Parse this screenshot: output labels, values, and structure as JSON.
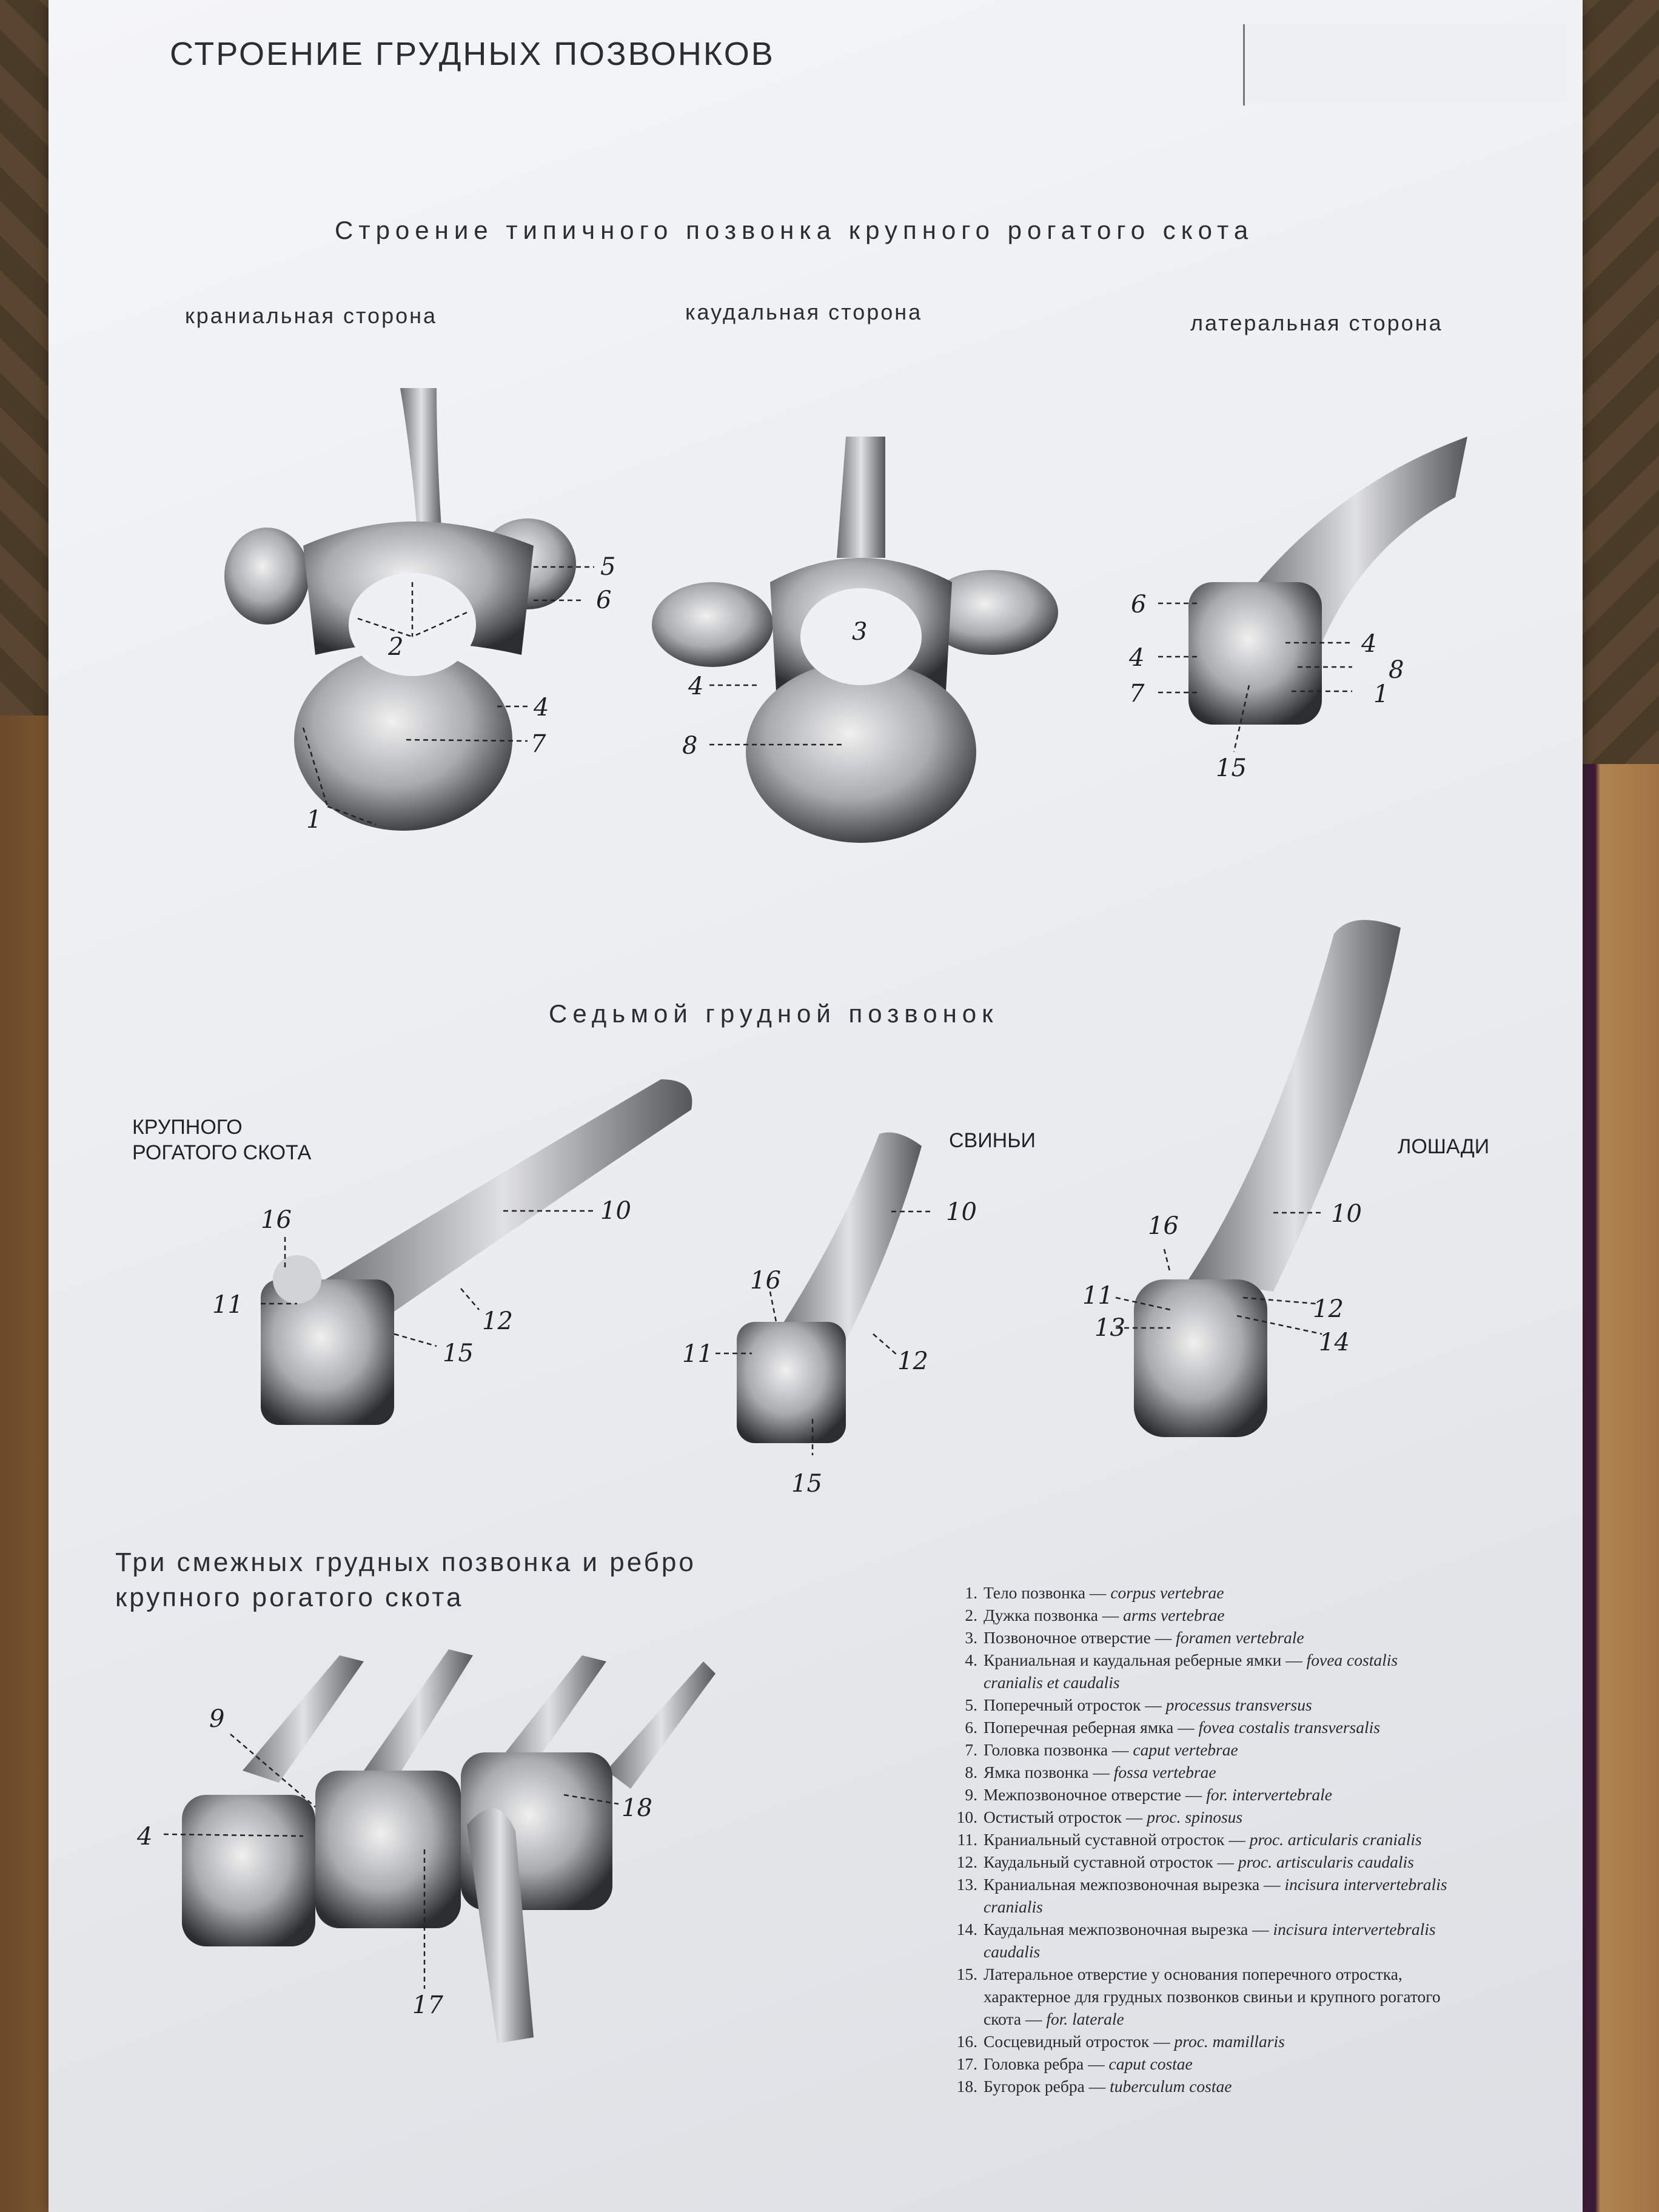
{
  "main_title": "СТРОЕНИЕ ГРУДНЫХ ПОЗВОНКОВ",
  "section_typical": "Строение типичного позвонка крупного рогатого скота",
  "views": {
    "cranial": "краниальная сторона",
    "caudal": "каудальная сторона",
    "lateral": "латеральная сторона"
  },
  "section_seventh": "Седьмой грудной позвонок",
  "species": {
    "cattle": "КРУПНОГО\nРОГАТОГО СКОТА",
    "pig": "СВИНЬИ",
    "horse": "ЛОШАДИ"
  },
  "section_trio": "Три смежных грудных позвонка и ребро\nкрупного рогатого скота",
  "labels": {
    "cranial": [
      "5",
      "6",
      "2",
      "4",
      "7",
      "1"
    ],
    "caudal": [
      "3",
      "4",
      "8"
    ],
    "lateral": [
      "6",
      "4",
      "7",
      "4",
      "8",
      "1",
      "15"
    ],
    "cattle": [
      "16",
      "11",
      "10",
      "12",
      "15"
    ],
    "pig": [
      "10",
      "16",
      "11",
      "12",
      "15"
    ],
    "horse": [
      "16",
      "10",
      "11",
      "13",
      "12",
      "14"
    ],
    "trio": [
      "9",
      "4",
      "18",
      "17"
    ]
  },
  "legend": [
    {
      "n": "1.",
      "ru": "Тело позвонка — ",
      "la": "corpus vertebrae"
    },
    {
      "n": "2.",
      "ru": "Дужка позвонка — ",
      "la": "arms vertebrae"
    },
    {
      "n": "3.",
      "ru": "Позвоночное отверстие — ",
      "la": "foramen vertebrale"
    },
    {
      "n": "4.",
      "ru": "Краниальная и каудальная реберные ямки — ",
      "la": "fovea costalis cranialis et caudalis"
    },
    {
      "n": "5.",
      "ru": "Поперечный отросток — ",
      "la": "processus transversus"
    },
    {
      "n": "6.",
      "ru": "Поперечная реберная ямка — ",
      "la": "fovea costalis transversalis"
    },
    {
      "n": "7.",
      "ru": "Головка позвонка — ",
      "la": "caput vertebrae"
    },
    {
      "n": "8.",
      "ru": "Ямка позвонка — ",
      "la": "fossa vertebrae"
    },
    {
      "n": "9.",
      "ru": "Межпозвоночное отверстие — ",
      "la": "for. intervertebrale"
    },
    {
      "n": "10.",
      "ru": "Остистый отросток — ",
      "la": "proc. spinosus"
    },
    {
      "n": "11.",
      "ru": "Краниальный суставной отросток — ",
      "la": "proc. articularis cranialis"
    },
    {
      "n": "12.",
      "ru": "Каудальный суставной отросток — ",
      "la": "proc. artiscularis caudalis"
    },
    {
      "n": "13.",
      "ru": "Краниальная межпозвоночная вырезка — ",
      "la": "incisura intervertebralis cranialis"
    },
    {
      "n": "14.",
      "ru": "Каудальная межпозвоночная вырезка — ",
      "la": "incisura intervertebralis caudalis"
    },
    {
      "n": "15.",
      "ru": "Латеральное отверстие у основания поперечного отростка, характерное для грудных позвонков свиньи и крупного рогатого скота — ",
      "la": "for. laterale"
    },
    {
      "n": "16.",
      "ru": "Сосцевидный отросток — ",
      "la": "proc. mamillaris"
    },
    {
      "n": "17.",
      "ru": "Головка ребра — ",
      "la": "caput costae"
    },
    {
      "n": "18.",
      "ru": "Бугорок ребра — ",
      "la": "tuberculum costae"
    }
  ]
}
